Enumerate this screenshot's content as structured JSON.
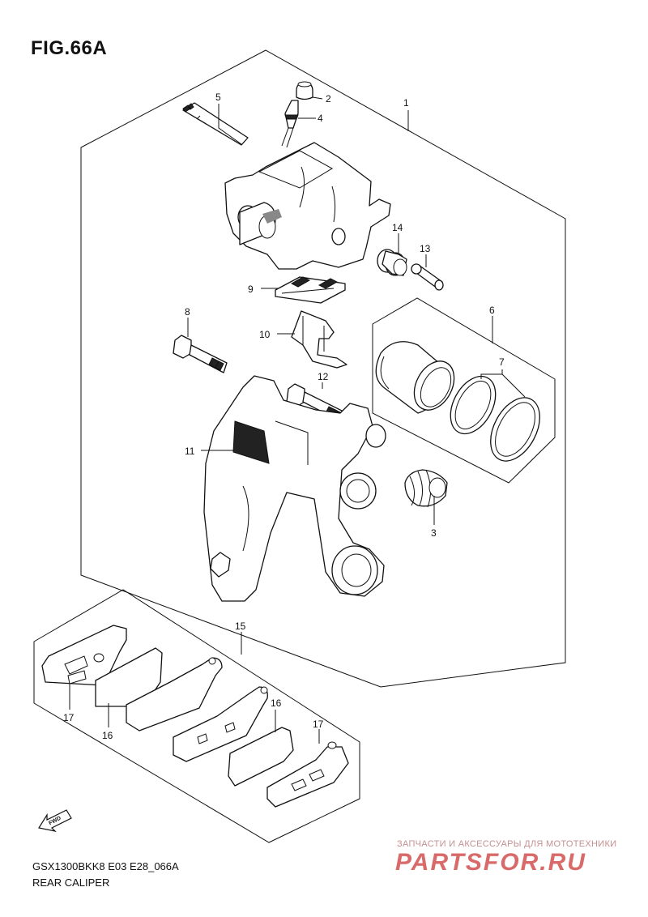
{
  "figure_title": "FIG.66A",
  "diagram_code": "GSX1300BKK8 E03 E28_066A",
  "diagram_name": "REAR CALIPER",
  "fwd_label": "FWD",
  "watermark": {
    "tagline": "ЗАПЧАСТИ И АКСЕССУАРЫ ДЛЯ МОТОТЕХНИКИ",
    "logo": "PARTSFOR.RU"
  },
  "callouts": {
    "c1": "1",
    "c2": "2",
    "c3": "3",
    "c4": "4",
    "c5": "5",
    "c6": "6",
    "c7": "7",
    "c8": "8",
    "c9": "9",
    "c10": "10",
    "c11": "11",
    "c12": "12",
    "c13": "13",
    "c14": "14",
    "c15": "15",
    "c16a": "16",
    "c16b": "16",
    "c17a": "17",
    "c17b": "17"
  }
}
